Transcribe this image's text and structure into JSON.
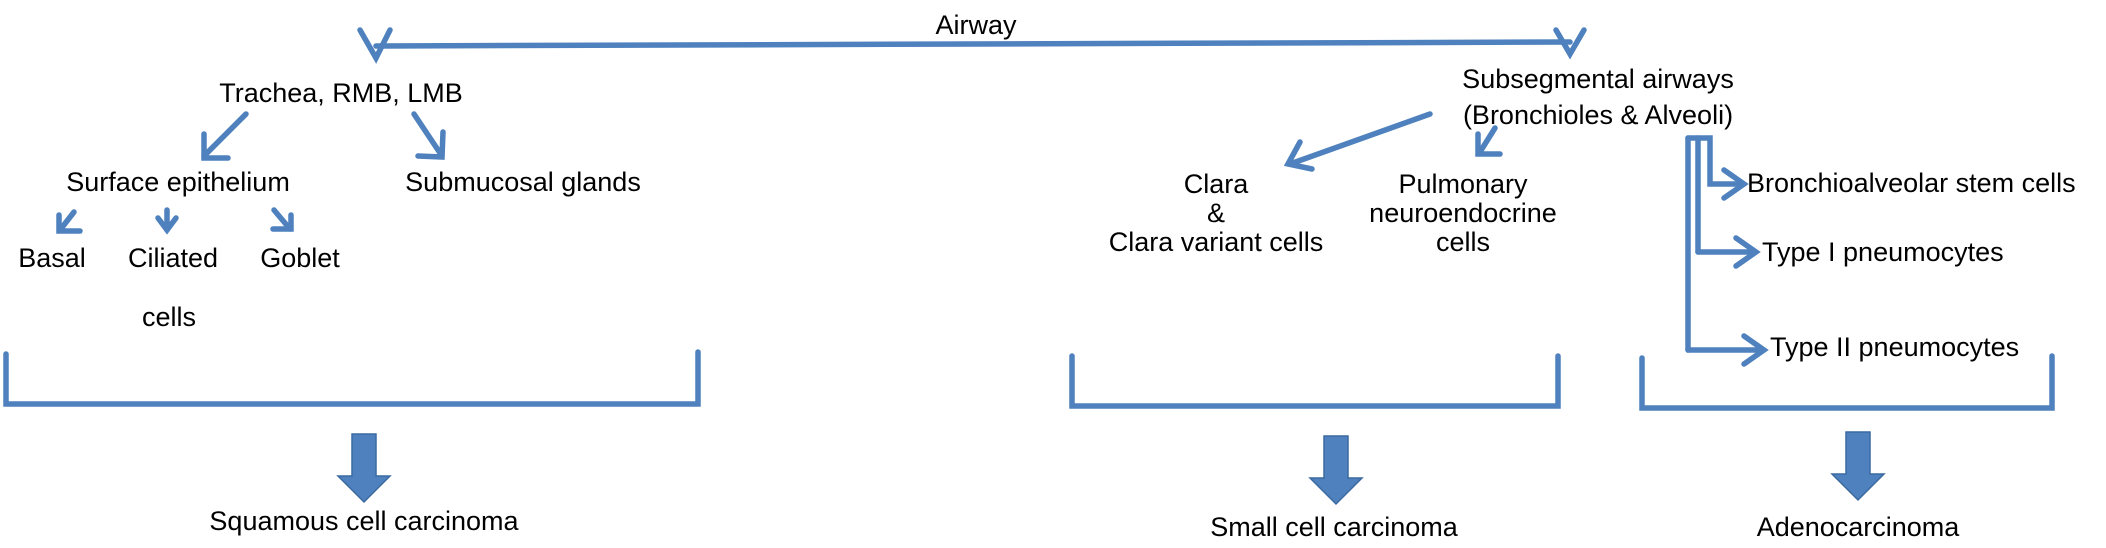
{
  "diagram": {
    "stroke_color": "#4e81bd",
    "nodes": {
      "airway": "Airway",
      "trachea": "Trachea, RMB, LMB",
      "subsegmental_line1": "Subsegmental airways",
      "subsegmental_line2": "(Bronchioles & Alveoli)",
      "surface_epithelium": "Surface epithelium",
      "submucosal_glands": "Submucosal glands",
      "basal": "Basal",
      "ciliated": "Ciliated",
      "ciliated_cells": "cells",
      "goblet": "Goblet",
      "clara": "Clara\n&\nClara variant cells",
      "pulmonary": "Pulmonary\nneuroendocrine\ncells",
      "bronchioalveolar": "Bronchioalveolar stem cells",
      "type1": "Type I pneumocytes",
      "type2": "Type II pneumocytes"
    },
    "outcomes": {
      "squamous": "Squamous cell carcinoma",
      "small_cell": "Small cell carcinoma",
      "adeno": "Adenocarcinoma"
    }
  }
}
